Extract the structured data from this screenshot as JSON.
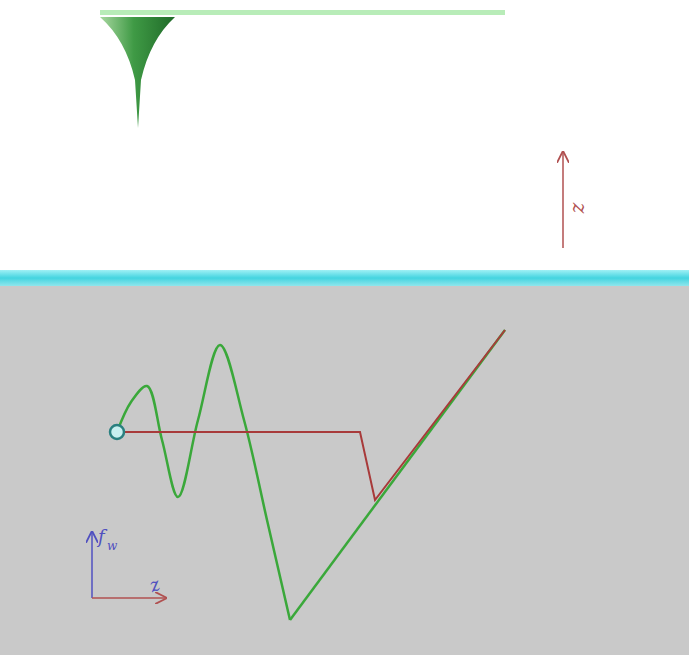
{
  "diagram": {
    "labels": [
      "z",
      "f",
      "w",
      "z"
    ]
  }
}
